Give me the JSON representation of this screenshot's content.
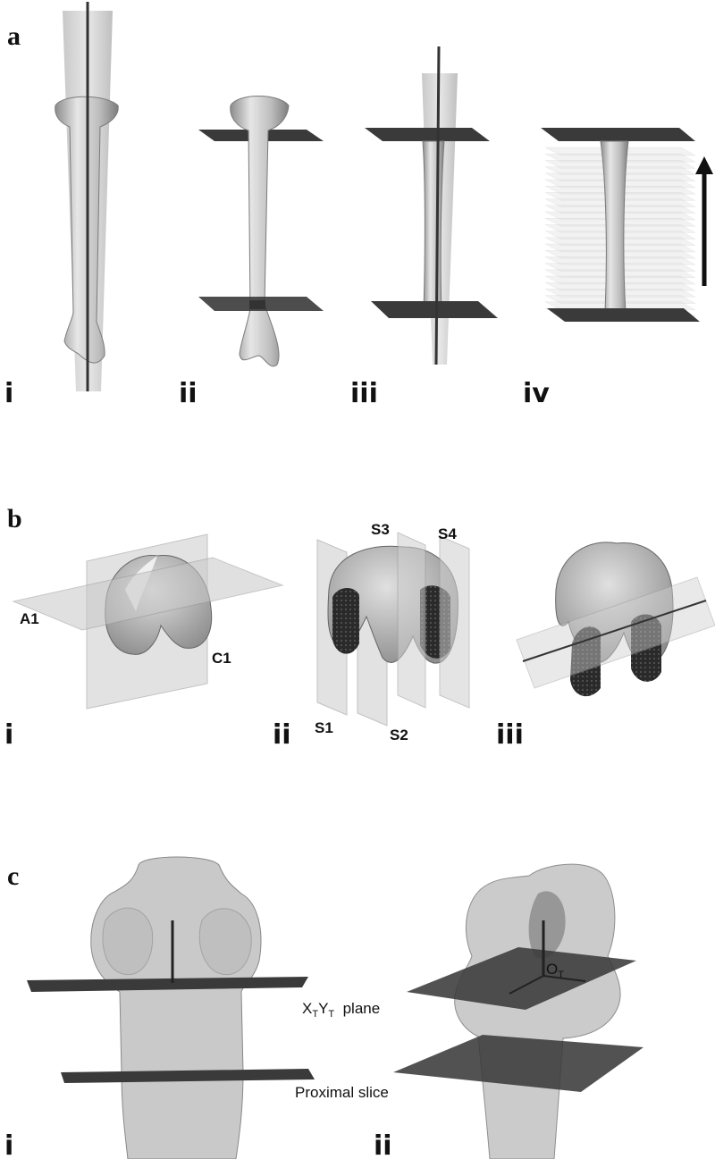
{
  "panels": {
    "a": {
      "letter": "a",
      "sublabels": [
        "i",
        "ii",
        "iii",
        "iv"
      ]
    },
    "b": {
      "letter": "b",
      "sublabels": [
        "i",
        "ii",
        "iii"
      ],
      "plane_labels": {
        "A1": "A1",
        "C1": "C1",
        "S1": "S1",
        "S2": "S2",
        "S3": "S3",
        "S4": "S4"
      }
    },
    "c": {
      "letter": "c",
      "sublabels": [
        "i",
        "ii"
      ],
      "plane_label_main": "X",
      "plane_label_sub1": "T",
      "plane_label_mid": "Y",
      "plane_label_sub2": "T",
      "plane_label_tail": "  plane",
      "proximal_slice": "Proximal slice",
      "origin_main": "O",
      "origin_sub": "T"
    }
  },
  "colors": {
    "bone": "#cfcfcf",
    "bone_dark": "#9a9a9a",
    "plane_dark": "#3a3a3a",
    "plane_light": "#d8d8d8",
    "axis": "#333333"
  }
}
